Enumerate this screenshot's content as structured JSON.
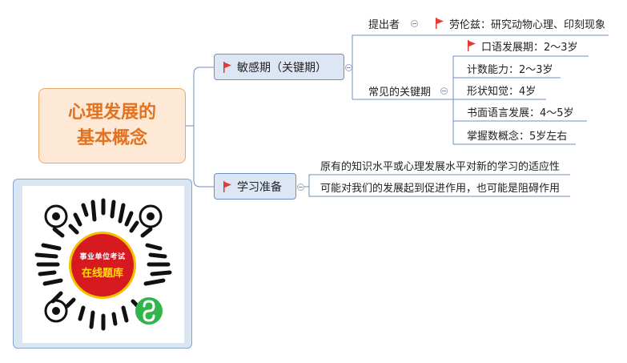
{
  "central": {
    "line1": "心理发展的",
    "line2": "基本概念"
  },
  "branches": {
    "sensitive": {
      "label": "敏感期（关键期）",
      "proposer_label": "提出者",
      "proposer_value": "劳伦兹：研究动物心理、印刻现象",
      "common_label": "常见的关键期",
      "items": [
        "口语发展期：2～3岁",
        "计数能力：2～3岁",
        "形状知觉：4岁",
        "书面语言发展：4～5岁",
        "掌握数概念：5岁左右"
      ]
    },
    "readiness": {
      "label": "学习准备",
      "items": [
        "原有的知识水平或心理发展水平对新的学习的适应性",
        "可能对我们的发展起到促进作用，也可能是阻碍作用"
      ]
    }
  },
  "qr": {
    "line1": "事业单位考试",
    "line2": "在线题库"
  },
  "colors": {
    "flag": "#e03c31",
    "line": "#6f8fc2",
    "central_text": "#e2721f",
    "central_bg": "#fde9d6",
    "topic_bg": "#dde6f4"
  }
}
